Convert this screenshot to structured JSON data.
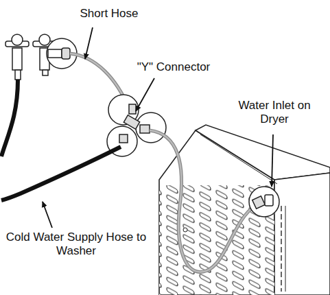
{
  "diagram": {
    "labels": [
      "Short Hose",
      "\"Y\" Connector",
      "Water Inlet on Dryer",
      "Cold Water Supply Hose to Washer"
    ]
  }
}
